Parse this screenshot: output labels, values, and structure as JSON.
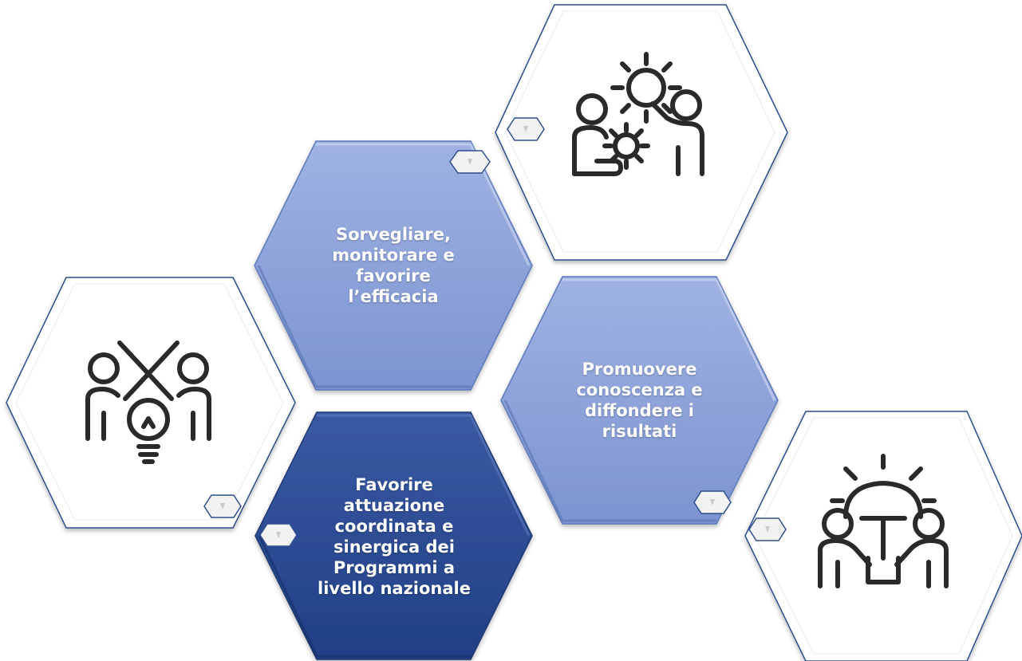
{
  "colors": {
    "hex_border": "#2E4F8F",
    "hex_light_fill": "#8DA3DA",
    "hex_dark_fill": "#2E4F96",
    "white_fill": "#FFFFFF",
    "icon_stroke": "#2A2A2A",
    "text": "#FFFFFF"
  },
  "hexagons": {
    "sorvegliare": {
      "text": "Sorvegliare,\nmonitorare e\nfavorire\nl’efficacia"
    },
    "promuovere": {
      "text": "Promuovere\nconoscenza e\ndiffondere i\nrisultati"
    },
    "favorire": {
      "text": "Favorire\nattuazione\ncoordinata e\nsinergica dei\nProgrammi a\nlivello nazionale"
    }
  },
  "icons": {
    "top": "team-gears-icon",
    "left": "team-idea-swords-icon",
    "right": "team-lightbulb-icon"
  }
}
